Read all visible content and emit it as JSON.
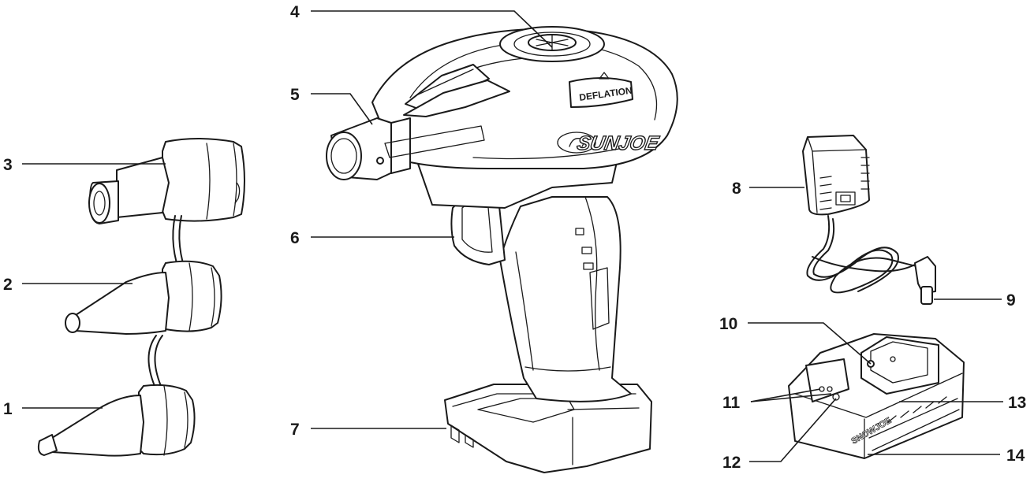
{
  "callouts": [
    {
      "id": "1",
      "label": "1"
    },
    {
      "id": "2",
      "label": "2"
    },
    {
      "id": "3",
      "label": "3"
    },
    {
      "id": "4",
      "label": "4"
    },
    {
      "id": "5",
      "label": "5"
    },
    {
      "id": "6",
      "label": "6"
    },
    {
      "id": "7",
      "label": "7"
    },
    {
      "id": "8",
      "label": "8"
    },
    {
      "id": "9",
      "label": "9"
    },
    {
      "id": "10",
      "label": "10"
    },
    {
      "id": "11",
      "label": "11"
    },
    {
      "id": "12",
      "label": "12"
    },
    {
      "id": "13",
      "label": "13"
    },
    {
      "id": "14",
      "label": "14"
    }
  ],
  "product_markings": {
    "tool_brand": "SUNJOE",
    "deflation_label": "DEFLATION",
    "battery_brand": "SNOWJOE"
  }
}
